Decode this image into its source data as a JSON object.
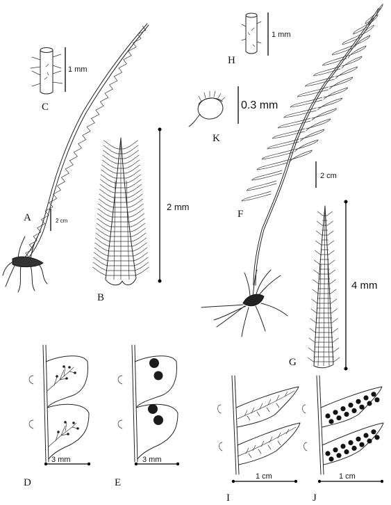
{
  "panels": {
    "A": {
      "letter": "A",
      "scale": "2 cm"
    },
    "B": {
      "letter": "B",
      "scale": "2 mm"
    },
    "C": {
      "letter": "C",
      "scale": "1 mm"
    },
    "D": {
      "letter": "D",
      "scale": "3 mm"
    },
    "E": {
      "letter": "E",
      "scale": "3 mm"
    },
    "F": {
      "letter": "F",
      "scale": "2 cm"
    },
    "G": {
      "letter": "G",
      "scale": "4 mm"
    },
    "H": {
      "letter": "H",
      "scale": "1 mm"
    },
    "I": {
      "letter": "I",
      "scale": "1 cm"
    },
    "J": {
      "letter": "J",
      "scale": "1 cm"
    },
    "K": {
      "letter": "K",
      "scale": "0.3 mm"
    }
  }
}
